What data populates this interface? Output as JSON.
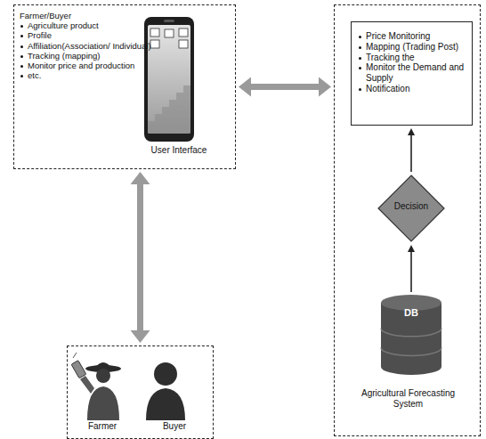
{
  "diagram": {
    "nodes": [
      {
        "text": [
          "Farmer/Buyer",
          "Agriculture product",
          "Profile",
          "Affiliation(Association/ Individual)",
          "Tracking (mapping)",
          "Monitor price and production",
          "etc.",
          "User Interface"
        ]
      },
      {
        "text": [
          "Agricultural Forecasting System"
        ]
      },
      {
        "text": [
          "Price Monitoring",
          "Mapping (Trading Post)",
          "Tracking the",
          "Monitor the Demand and Supply",
          "Notification"
        ],
        "in": 1
      },
      {
        "text": [
          "Decision"
        ],
        "in": 1
      },
      {
        "text": [
          "DB"
        ],
        "in": 1
      },
      {
        "text": [
          "Farmer",
          "Buyer"
        ]
      }
    ],
    "edges": [
      {
        "from": 0,
        "to": 1,
        "arrow": "both"
      },
      {
        "from": 0,
        "to": 5,
        "arrow": "both"
      },
      {
        "from": 3,
        "to": 2,
        "arrow": "to"
      },
      {
        "from": 4,
        "to": 3,
        "arrow": "to"
      }
    ]
  }
}
